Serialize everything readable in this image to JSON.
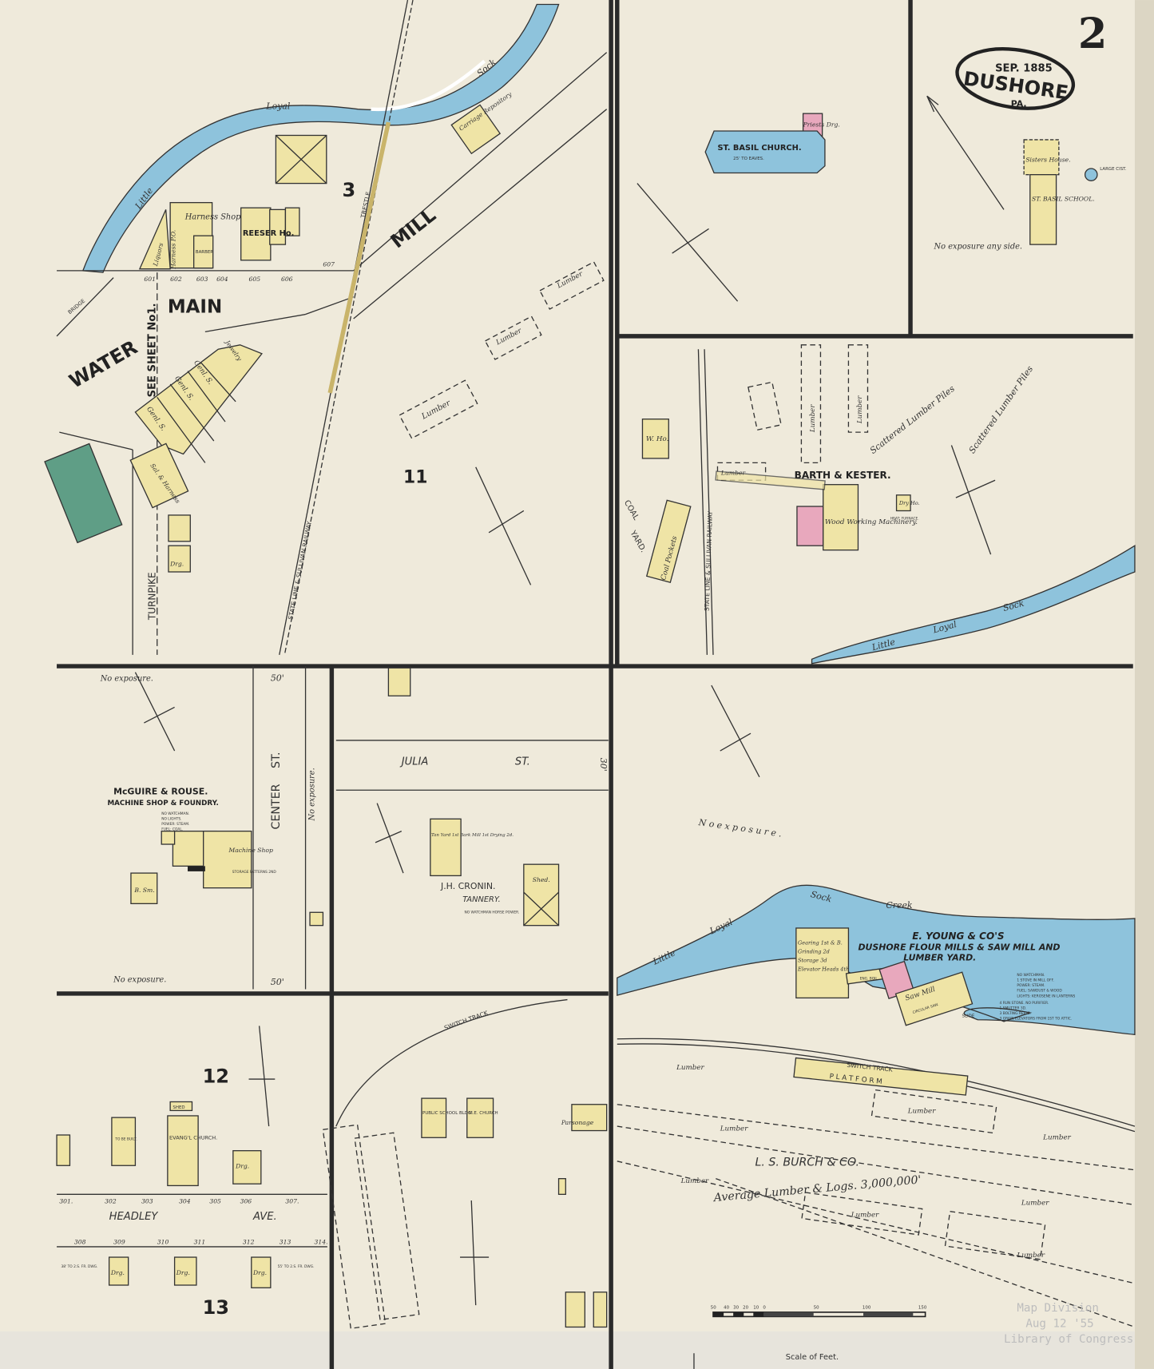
{
  "sheet": {
    "number": "2",
    "date": "SEP. 1885",
    "town": "DUSHORE",
    "state": "PA."
  },
  "blocks": {
    "b3": "3",
    "b11": "11",
    "b12": "12",
    "b13": "13"
  },
  "streets": {
    "water": "WATER",
    "main": "MAIN",
    "mill": "MILL",
    "see_sheet": "SEE SHEET No1.",
    "turnpike": "TURNPIKE",
    "center": "CENTER",
    "center_st": "ST.",
    "julia": "JULIA",
    "julia_st": "ST.",
    "headley": "HEADLEY",
    "ave": "AVE.",
    "trestle": "TRESTLE",
    "railway": "STATE LINE & SULLIVAN RAILWAY",
    "switch_track": "SWITCH TRACK",
    "width_50": "50'",
    "width_30": "30'",
    "bridge": "BRIDGE"
  },
  "creek": {
    "little": "Little",
    "loyal": "Loyal",
    "sock": "Sock",
    "creek": "Creek"
  },
  "buildings": {
    "harness_shop": "Harness Shop",
    "reeser": "REESER Ho.",
    "harness_po": "Harness P.O.",
    "barber": "BARBER",
    "liquors": "Liquors",
    "genl_s": "Genl. S.",
    "jewelry": "Jewelry",
    "carriage": "Carriage Repository",
    "drg": "Drg.",
    "sal": "Sal. & Harness",
    "st_basil_church": "ST. BASIL CHURCH.",
    "church_note": "25' TO EAVES.",
    "priests": "Priests Drg.",
    "sisters": "Sisters House.",
    "st_basil_school": "ST. BASIL SCHOOL.",
    "cistern": "LARGE CIST.",
    "no_exposure_any": "No exposure any side.",
    "w_ho": "W. Ho.",
    "coal_yard_1": "COAL",
    "coal_yard_2": "YARD.",
    "coal_pockets": "Coal Pockets",
    "barth_kester": "BARTH & KESTER.",
    "wood_working": "Wood Working Machinery.",
    "dry_ho": "Dry Ho.",
    "heat": "HEAT: FURNACE.",
    "scattered_1": "Scattered Lumber Piles",
    "lumber": "Lumber",
    "mcguire": "McGUIRE & ROUSE.",
    "machine_shop_foundry": "MACHINE SHOP & FOUNDRY.",
    "mcguire_notes": [
      "NO WATCHMAN.",
      "NO LIGHTS.",
      "POWER: STEAM.",
      "FUEL: COAL."
    ],
    "machine_shop": "Machine Shop",
    "storage": "STORAGE PATTERNS 2ND",
    "b_sm": "B. Sm.",
    "tan_yard": "Tan Yard 1st Bark Mill 1st Drying 2d.",
    "cronin": "J.H. CRONIN.",
    "tannery": "TANNERY.",
    "cronin_notes": "NO WATCHMAN HORSE POWER.",
    "shed": "Shed.",
    "no_exposure": "No exposure.",
    "no_exposure_big": "N o   e x p o s u r e .",
    "young": "E. YOUNG & CO'S",
    "flour_mills": "DUSHORE FLOUR MILLS & SAW MILL AND",
    "lumber_yard": "LUMBER YARD.",
    "mill_floors": [
      "Gearing 1st & B.",
      "Grinding 2d",
      "Storage 3d",
      "Elevator Heads 4th"
    ],
    "eng_boiler": "ENG. BOIL.",
    "saw_mill": "Saw Mill",
    "circular_saw": "CIRCULAR SAW.",
    "slide": "SLIDE",
    "young_notes": [
      "NO WATCHMAN.",
      "1 STOVE IN MILL OFF.",
      "POWER: STEAM.",
      "FUEL: SAWDUST & WOOD",
      "LIGHTS: KEROSENE IN LANTERNS",
      "4 RUN STONE. NO PURIFIER.",
      "1 SMUTTER 3D.",
      "3 BOLTING REELS.",
      "3 GRAIN ELEVATORS FROM 1ST TO ATTIC."
    ],
    "platform": "P L A T F O R M",
    "burch": "L. S. BURCH & CO.",
    "burch_stock": "Average Lumber & Logs. 3,000,000'",
    "public_school": "PUBLIC SCHOOL BLDG.",
    "me_church": "M.E. CHURCH",
    "parsonage": "Parsonage",
    "evang_church": "EVANG'L CHURCH.",
    "shed_q": "SHED",
    "to_be_built": "TO BE BUILT.",
    "dwg_note_1": "38' TO 2.S. FR. DWG.",
    "dwg_note_2": "55' TO 2.S. FR. DWG."
  },
  "lot_numbers": {
    "main_north": [
      "601",
      "602",
      "603",
      "604",
      "605",
      "606",
      "607"
    ],
    "headley_north": [
      "301.",
      "302",
      "303",
      "304",
      "305",
      "306",
      "307."
    ],
    "headley_south": [
      "308",
      "309",
      "310",
      "311",
      "312",
      "313",
      "314."
    ]
  },
  "scale": {
    "title": "Scale of Feet.",
    "ticks": [
      "50",
      "40",
      "30",
      "20",
      "10",
      "0",
      "50",
      "100",
      "150"
    ]
  },
  "stamp": {
    "line1": "Map Division",
    "line2": "Aug 12 '55",
    "line3": "Library of Congress"
  },
  "colors": {
    "paper": "#efeadb",
    "brick": "#e8a8bd",
    "frame": "#efe4a6",
    "water": "#8ec3dc",
    "stone": "#5f9e86"
  }
}
